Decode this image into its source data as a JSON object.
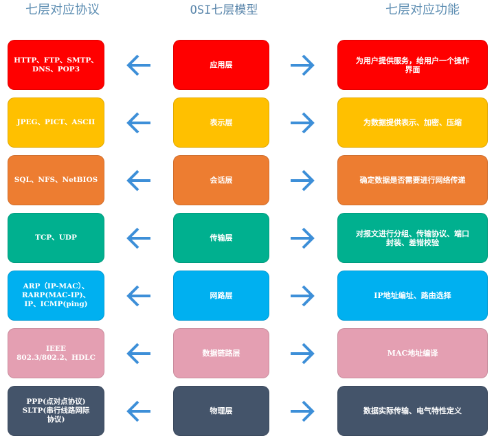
{
  "headers": {
    "left": "七层对应协议",
    "middle": "OSI七层模型",
    "right": "七层对应功能"
  },
  "colors": {
    "header_text": "#5f8fb3",
    "arrow": "#3d8fd8"
  },
  "rows": [
    {
      "color": "#ff0000",
      "protocols": "HTTP、FTP、SMTP、\nDNS、POP3",
      "layer": "应用层",
      "function": "为用户提供服务，给用户一个操作\n界面"
    },
    {
      "color": "#ffc000",
      "protocols": "JPEG、PICT、ASCII",
      "layer": "表示层",
      "function": "为数据提供表示、加密、压缩"
    },
    {
      "color": "#ed7d31",
      "protocols": "SQL、NFS、NetBIOS",
      "layer": "会话层",
      "function": "确定数据是否需要进行网络传递"
    },
    {
      "color": "#00b08f",
      "protocols": "TCP、UDP",
      "layer": "传输层",
      "function": "对报文进行分组、传输协议、端口\n封装、差错校验"
    },
    {
      "color": "#00b0f0",
      "protocols": "ARP（IP-MAC）、\nRARP(MAC-IP)、\nIP、ICMP(ping)",
      "layer": "网路层",
      "function": "IP地址编址、路由选择"
    },
    {
      "color": "#e49fb2",
      "protocols": "IEEE\n802.3/802.2、HDLC",
      "layer": "数据链路层",
      "function": "MAC地址编译"
    },
    {
      "color": "#44546a",
      "protocols": "PPP(点对点协议)\nSLTP(串行线路网际\n协议)",
      "layer": "物理层",
      "function": "数据实际传输、电气特性定义"
    }
  ]
}
